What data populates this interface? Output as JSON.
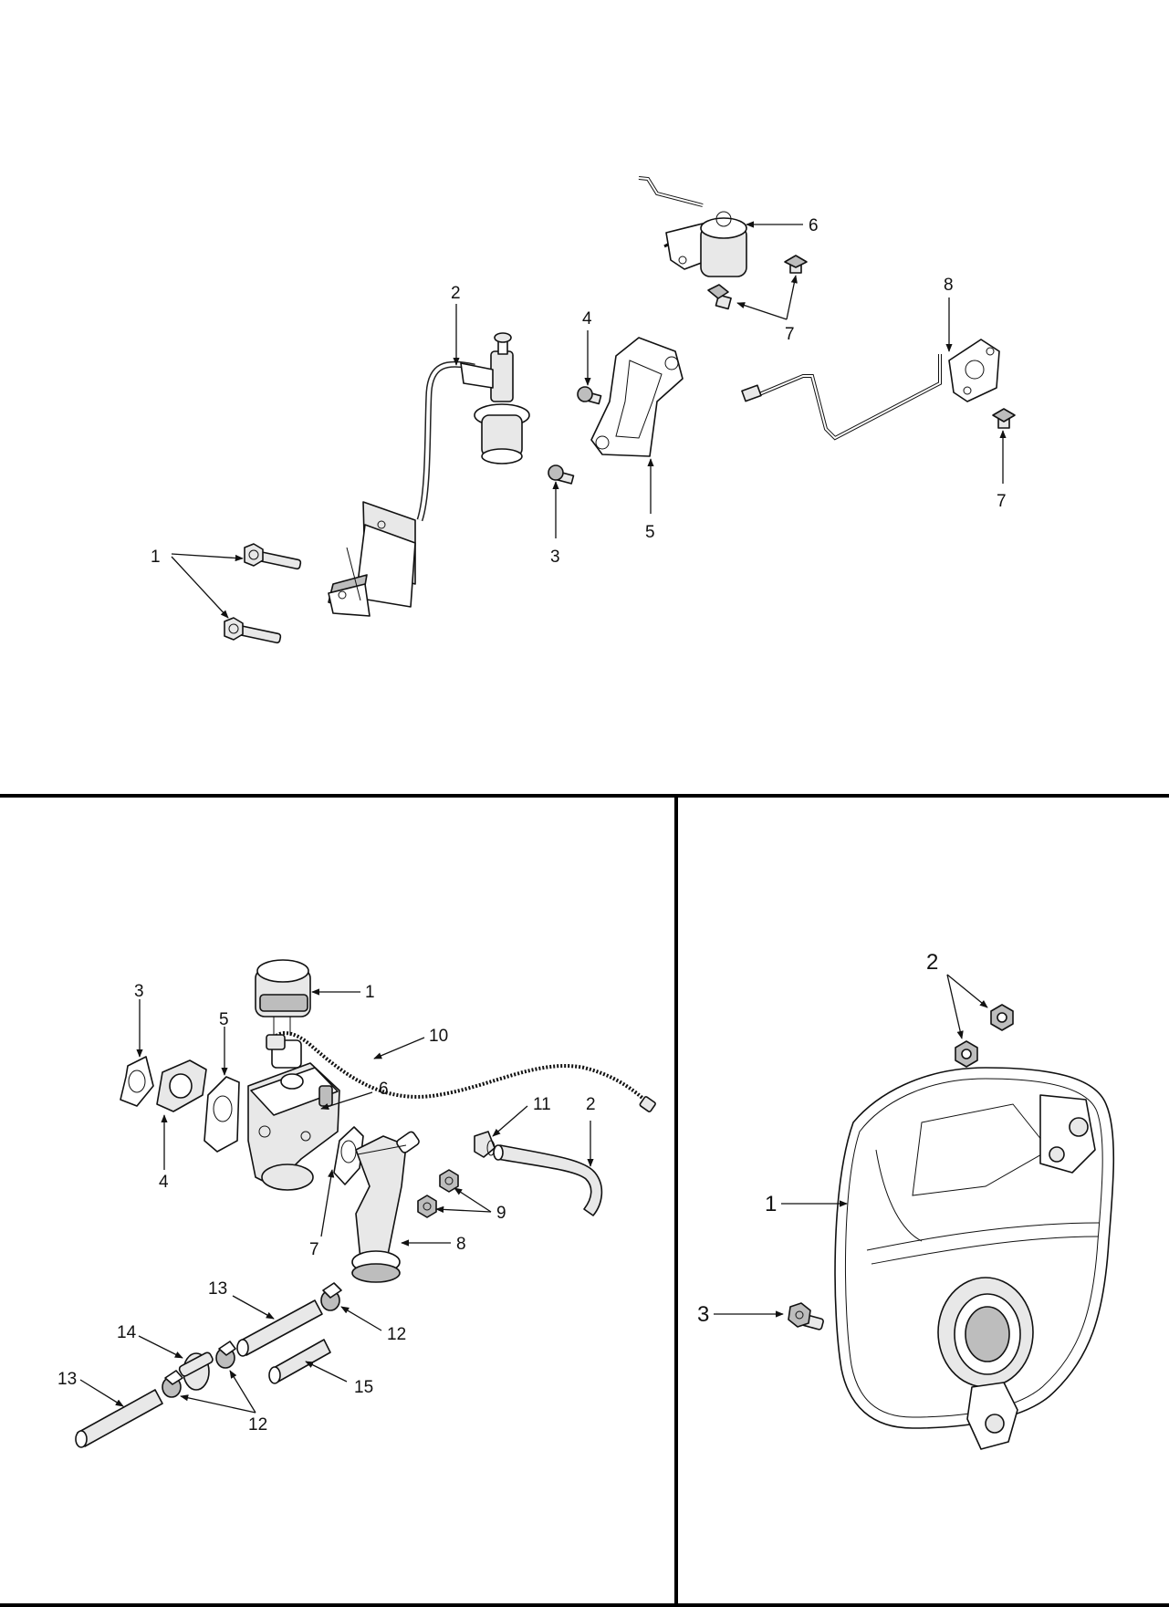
{
  "sections": {
    "ignition": {
      "callouts": [
        {
          "id": "ign-1",
          "label": "1"
        },
        {
          "id": "ign-2",
          "label": "2"
        },
        {
          "id": "ign-3",
          "label": "3"
        },
        {
          "id": "ign-4",
          "label": "4"
        },
        {
          "id": "ign-5",
          "label": "5"
        },
        {
          "id": "ign-6",
          "label": "6"
        },
        {
          "id": "ign-7a",
          "label": "7"
        },
        {
          "id": "ign-7b",
          "label": "7"
        },
        {
          "id": "ign-8",
          "label": "8"
        }
      ]
    },
    "carburetor": {
      "callouts": [
        {
          "id": "carb-1",
          "label": "1"
        },
        {
          "id": "carb-2",
          "label": "2"
        },
        {
          "id": "carb-3",
          "label": "3"
        },
        {
          "id": "carb-4",
          "label": "4"
        },
        {
          "id": "carb-5",
          "label": "5"
        },
        {
          "id": "carb-6",
          "label": "6"
        },
        {
          "id": "carb-7",
          "label": "7"
        },
        {
          "id": "carb-8",
          "label": "8"
        },
        {
          "id": "carb-9",
          "label": "9"
        },
        {
          "id": "carb-10",
          "label": "10"
        },
        {
          "id": "carb-11",
          "label": "11"
        },
        {
          "id": "carb-12a",
          "label": "12"
        },
        {
          "id": "carb-12b",
          "label": "12"
        },
        {
          "id": "carb-13a",
          "label": "13"
        },
        {
          "id": "carb-13b",
          "label": "13"
        },
        {
          "id": "carb-14",
          "label": "14"
        },
        {
          "id": "carb-15",
          "label": "15"
        }
      ]
    },
    "muffler": {
      "callouts": [
        {
          "id": "muf-1",
          "label": "1"
        },
        {
          "id": "muf-2",
          "label": "2"
        },
        {
          "id": "muf-3",
          "label": "3"
        }
      ]
    }
  }
}
